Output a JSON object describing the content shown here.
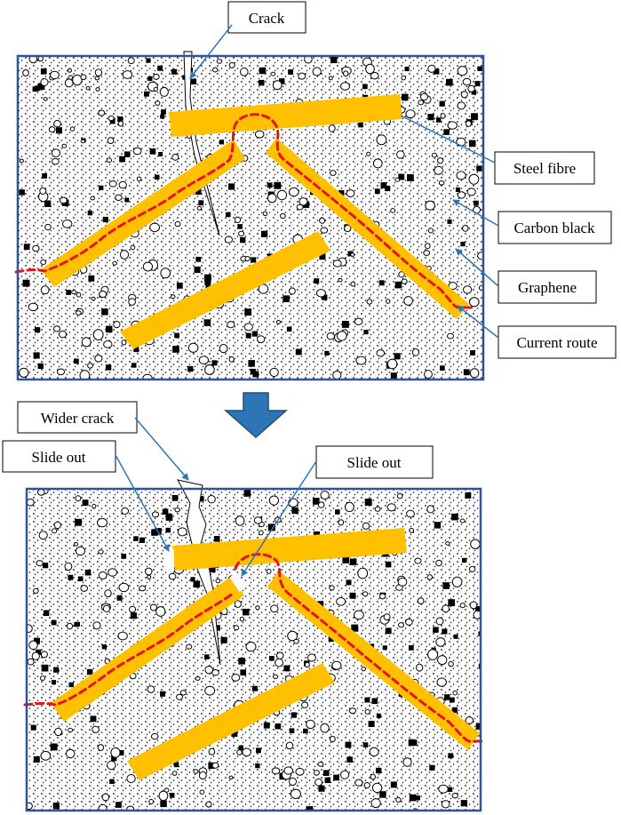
{
  "labels": {
    "crack": "Crack",
    "steel_fibre": "Steel fibre",
    "carbon_black": "Carbon black",
    "graphene": "Graphene",
    "current_route": "Current route",
    "wider_crack": "Wider crack",
    "slide_out_left": "Slide out",
    "slide_out_right": "Slide out"
  },
  "colors": {
    "fibre": "#FFC000",
    "current_route": "#E8121A",
    "frame": "#2F5597",
    "leader": "#2E75B6",
    "arrow": "#2E75B6"
  }
}
